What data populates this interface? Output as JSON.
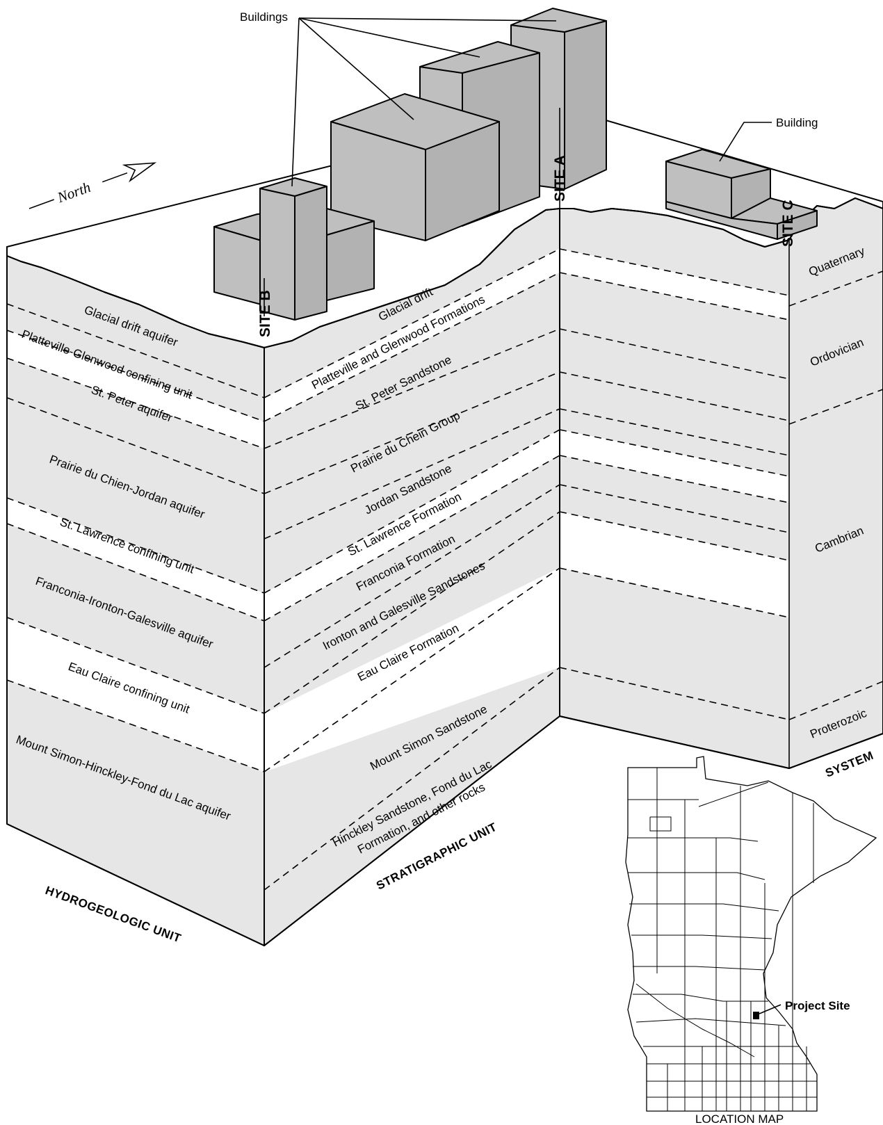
{
  "callouts": {
    "buildings": "Buildings",
    "building": "Building",
    "north": "North"
  },
  "sites": {
    "a": "SITE A",
    "b": "SITE B",
    "c": "SITE C"
  },
  "hydrogeologic_units": [
    "Glacial drift aquifer",
    "Platteville-Glenwood confining unit",
    "St. Peter aquifer",
    "Prairie du Chien-Jordan aquifer",
    "St. Lawrence confining unit",
    "Franconia-Ironton-Galesville aquifer",
    "Eau Claire confining unit",
    "Mount Simon-Hinckley-Fond du Lac aquifer"
  ],
  "stratigraphic_units": [
    "Glacial drift",
    "Platteville and Glenwood Formations",
    "St. Peter Sandstone",
    "Prairie du Chein Group",
    "Jordan Sandstone",
    "St. Lawrence Formation",
    "Franconia Formation",
    "Ironton and Galesville Sandstones",
    "Eau Claire Formation",
    "Mount Simon Sandstone",
    "Hinckley Sandstone, Fond du Lac",
    "Formation, and other rocks"
  ],
  "systems": [
    "Quaternary",
    "Ordovician",
    "Cambrian",
    "Proterozoic"
  ],
  "captions": {
    "hydrogeologic": "HYDROGEOLOGIC UNIT",
    "stratigraphic": "STRATIGRAPHIC UNIT",
    "system": "SYSTEM",
    "location_map": "LOCATION MAP",
    "project_site": "Project Site"
  },
  "colors": {
    "layer_fill": "#e6e6e6",
    "confining_fill": "#ffffff",
    "building_fill": "#bfbfbf",
    "site_marker": "#000000"
  }
}
